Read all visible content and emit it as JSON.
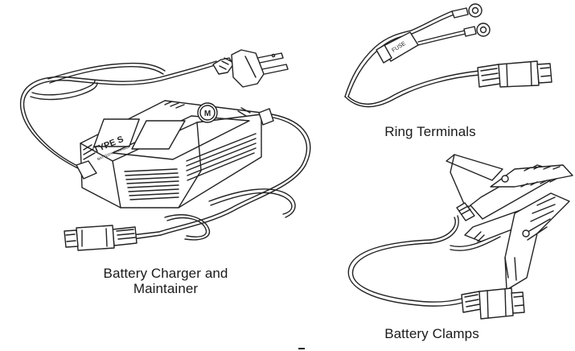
{
  "captions": {
    "charger": [
      "Battery Charger and",
      "Maintainer"
    ],
    "ring_terminals": "Ring Terminals",
    "battery_clamps": "Battery Clamps"
  },
  "charger_badge": {
    "brand": "TYPE S",
    "model": "BATTERY CHARGER"
  },
  "charger_button": "M",
  "fuse_label": "FUSE"
}
